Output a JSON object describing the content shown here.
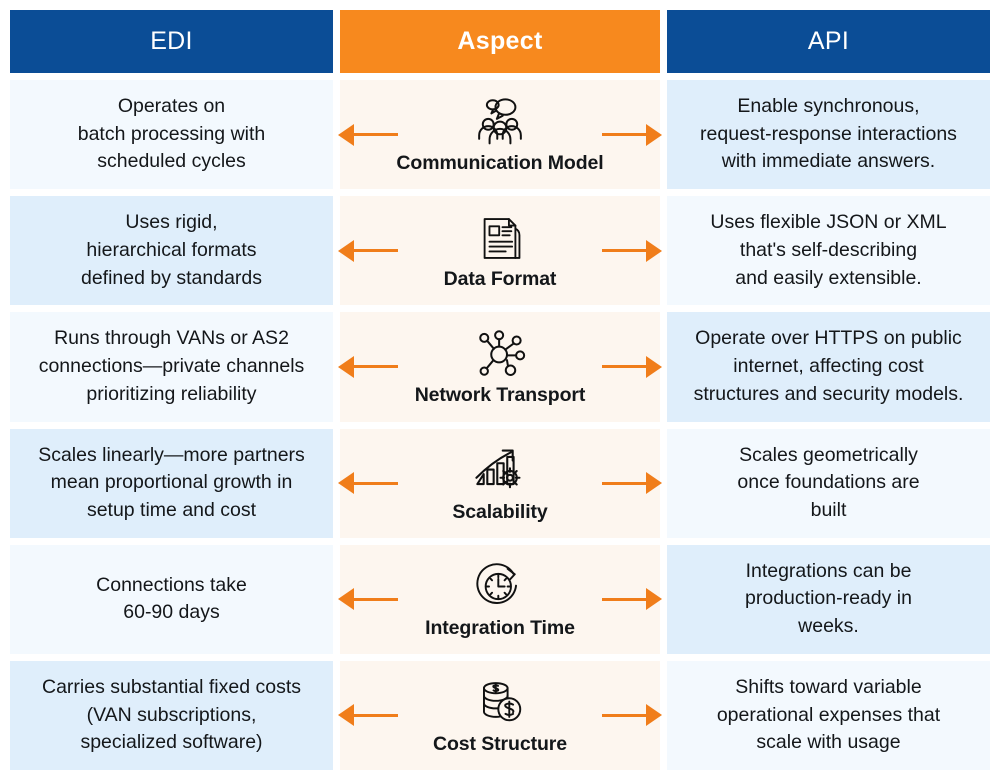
{
  "header": {
    "left_label": "EDI",
    "center_label": "Aspect",
    "right_label": "API"
  },
  "colors": {
    "header_blue": "#0b4d96",
    "header_orange": "#f7891e",
    "arrow_orange": "#f07d1a",
    "side_tint_light": "#f3f9fe",
    "side_tint_dark": "#dfeefb",
    "center_bg": "#fdf6ef",
    "text": "#14171a"
  },
  "rows": [
    {
      "aspect": "Communication Model",
      "icon": "people-speech-bubbles-icon",
      "edi": "Operates on\nbatch processing with\nscheduled cycles",
      "api": "Enable synchronous,\nrequest-response interactions\nwith immediate answers.",
      "left_arrow": "arrow-left-icon",
      "right_arrow": "arrow-right-icon"
    },
    {
      "aspect": "Data Format",
      "icon": "document-page-icon",
      "edi": "Uses rigid,\nhierarchical formats\ndefined by standards",
      "api": "Uses flexible JSON or XML\nthat's self-describing\nand easily extensible.",
      "left_arrow": "arrow-left-icon",
      "right_arrow": "arrow-right-icon"
    },
    {
      "aspect": "Network Transport",
      "icon": "network-nodes-icon",
      "edi": "Runs through VANs or AS2\nconnections—private channels\nprioritizing reliability",
      "api": "Operate over HTTPS on public\ninternet, affecting cost\nstructures and security models.",
      "left_arrow": "arrow-left-icon",
      "right_arrow": "arrow-right-icon"
    },
    {
      "aspect": "Scalability",
      "icon": "growth-chart-gear-icon",
      "edi": "Scales linearly—more partners\nmean proportional growth in\nsetup time and cost",
      "api": "Scales geometrically\nonce foundations are\nbuilt",
      "left_arrow": "arrow-left-icon",
      "right_arrow": "arrow-right-icon"
    },
    {
      "aspect": "Integration Time",
      "icon": "clock-refresh-icon",
      "edi": "Connections take\n60-90 days",
      "api": "Integrations can be\nproduction-ready in\nweeks.",
      "left_arrow": "arrow-left-icon",
      "right_arrow": "arrow-right-icon"
    },
    {
      "aspect": "Cost Structure",
      "icon": "coin-stack-dollar-icon",
      "edi": "Carries substantial fixed costs\n(VAN subscriptions,\nspecialized software)",
      "api": "Shifts toward variable\noperational expenses that\nscale with usage",
      "left_arrow": "arrow-left-icon",
      "right_arrow": "arrow-right-icon"
    }
  ]
}
